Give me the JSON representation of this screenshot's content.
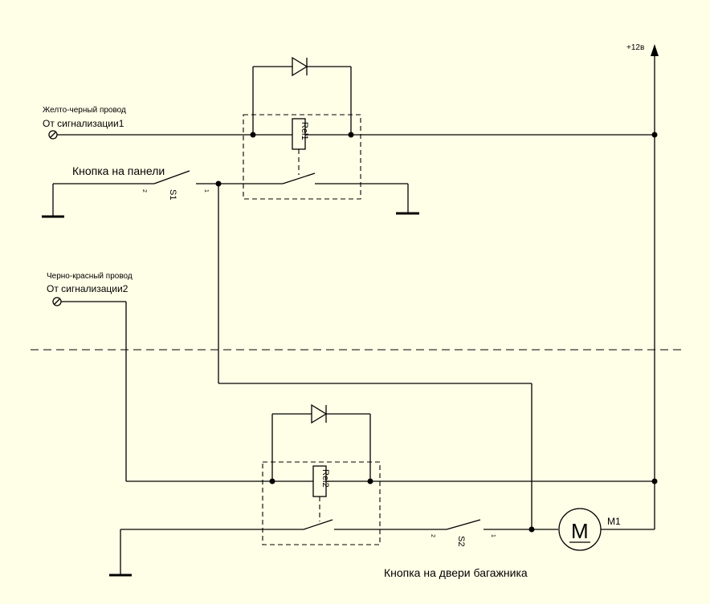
{
  "labels": {
    "supply": "+12в",
    "input1_wire": "Желто-черный провод",
    "input1_name": "От сигнализации1",
    "input2_wire": "Черно-красный провод",
    "input2_name": "От сигнализации2",
    "button_panel": "Кнопка на панели",
    "button_door": "Кнопка на двери багажника"
  },
  "components": {
    "relay1": "Rel1",
    "relay2": "Rel2",
    "switch1": "S1",
    "switch2": "S2",
    "motor": "M1",
    "motor_symbol": "M",
    "pin1": "1",
    "pin2": "2"
  }
}
